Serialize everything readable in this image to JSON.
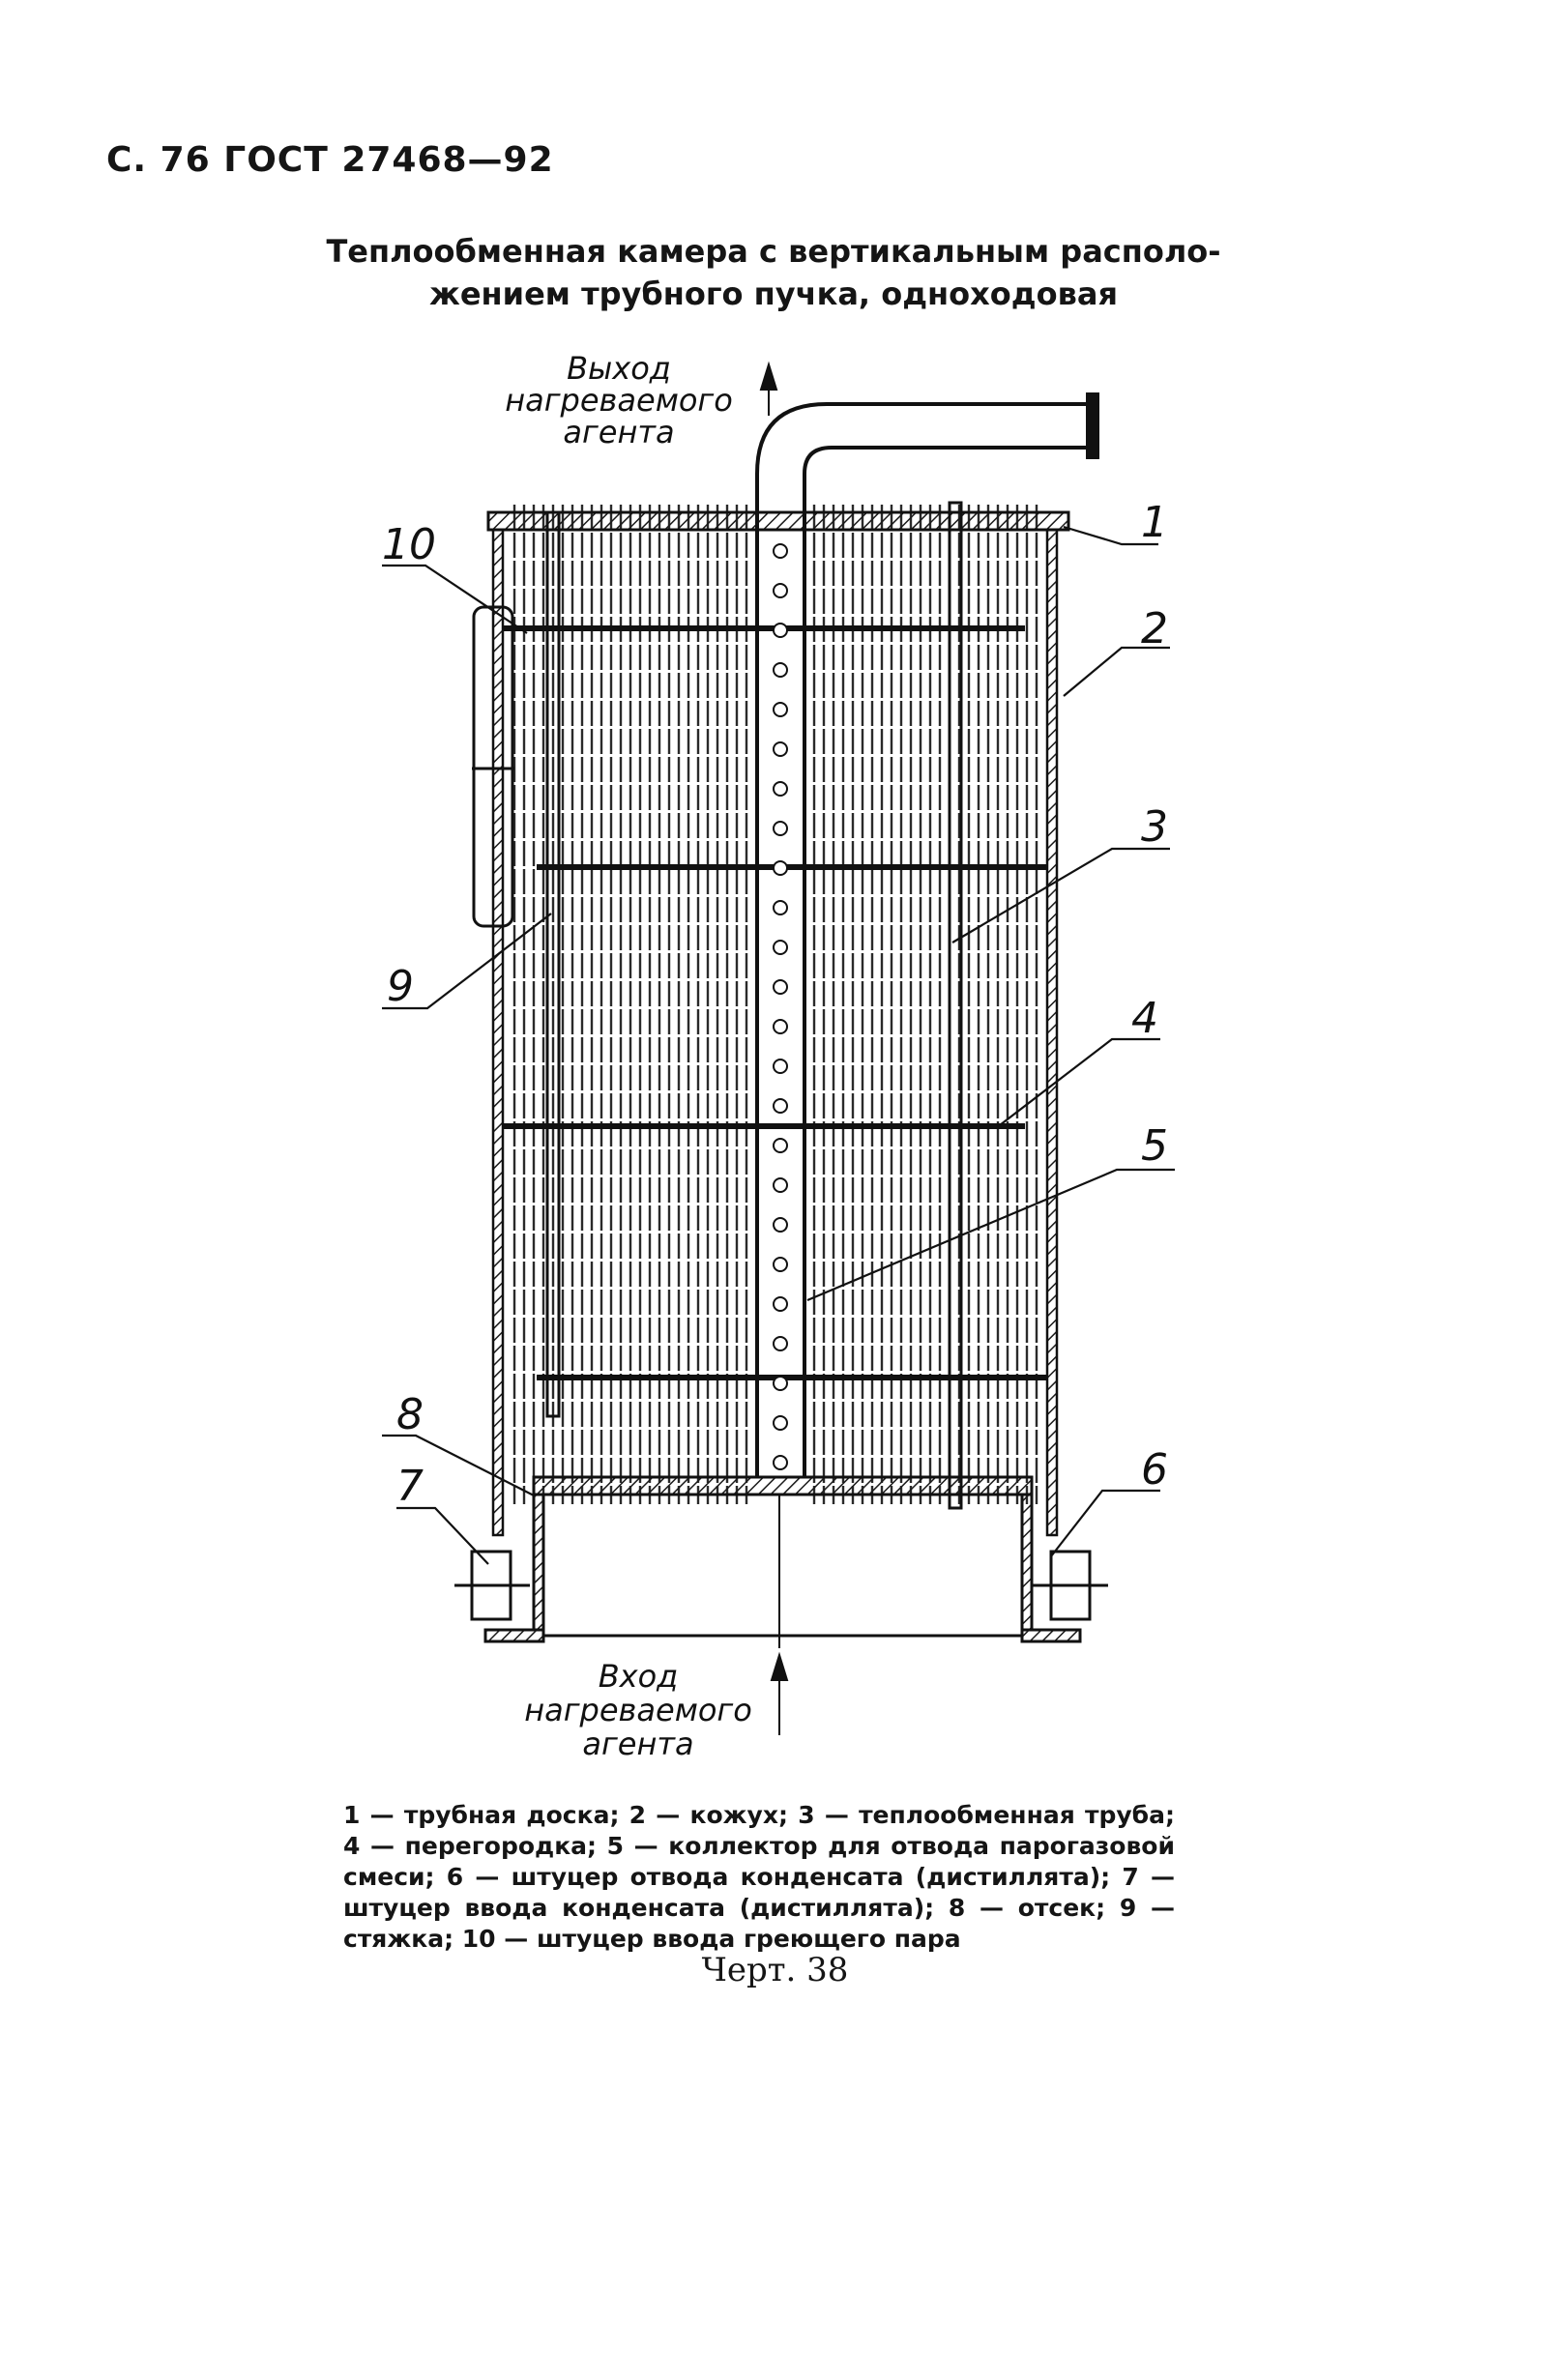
{
  "page": {
    "header": "С. 76 ГОСТ 27468—92",
    "title_line1": "Теплообменная камера с вертикальным располо-",
    "title_line2": "жением трубного пучка, одноходовая"
  },
  "figure": {
    "outlet_label": [
      "Выход",
      "нагреваемого",
      "агента"
    ],
    "inlet_label": [
      "Вход",
      "нагреваемого",
      "агента"
    ],
    "callouts": [
      "1",
      "2",
      "3",
      "4",
      "5",
      "6",
      "7",
      "8",
      "9",
      "10"
    ]
  },
  "legend": "1 — трубная доска; 2 — кожух; 3 — теплообменная труба; 4 — перегородка; 5 — коллектор для отвода парогазовой смеси; 6 — штуцер отвода конденсата (дистиллята); 7 — штуцер ввода конденсата (дистиллята); 8 — отсек; 9 — стяжка; 10 — штуцер ввода греющего пара",
  "caption": "Черт. 38"
}
